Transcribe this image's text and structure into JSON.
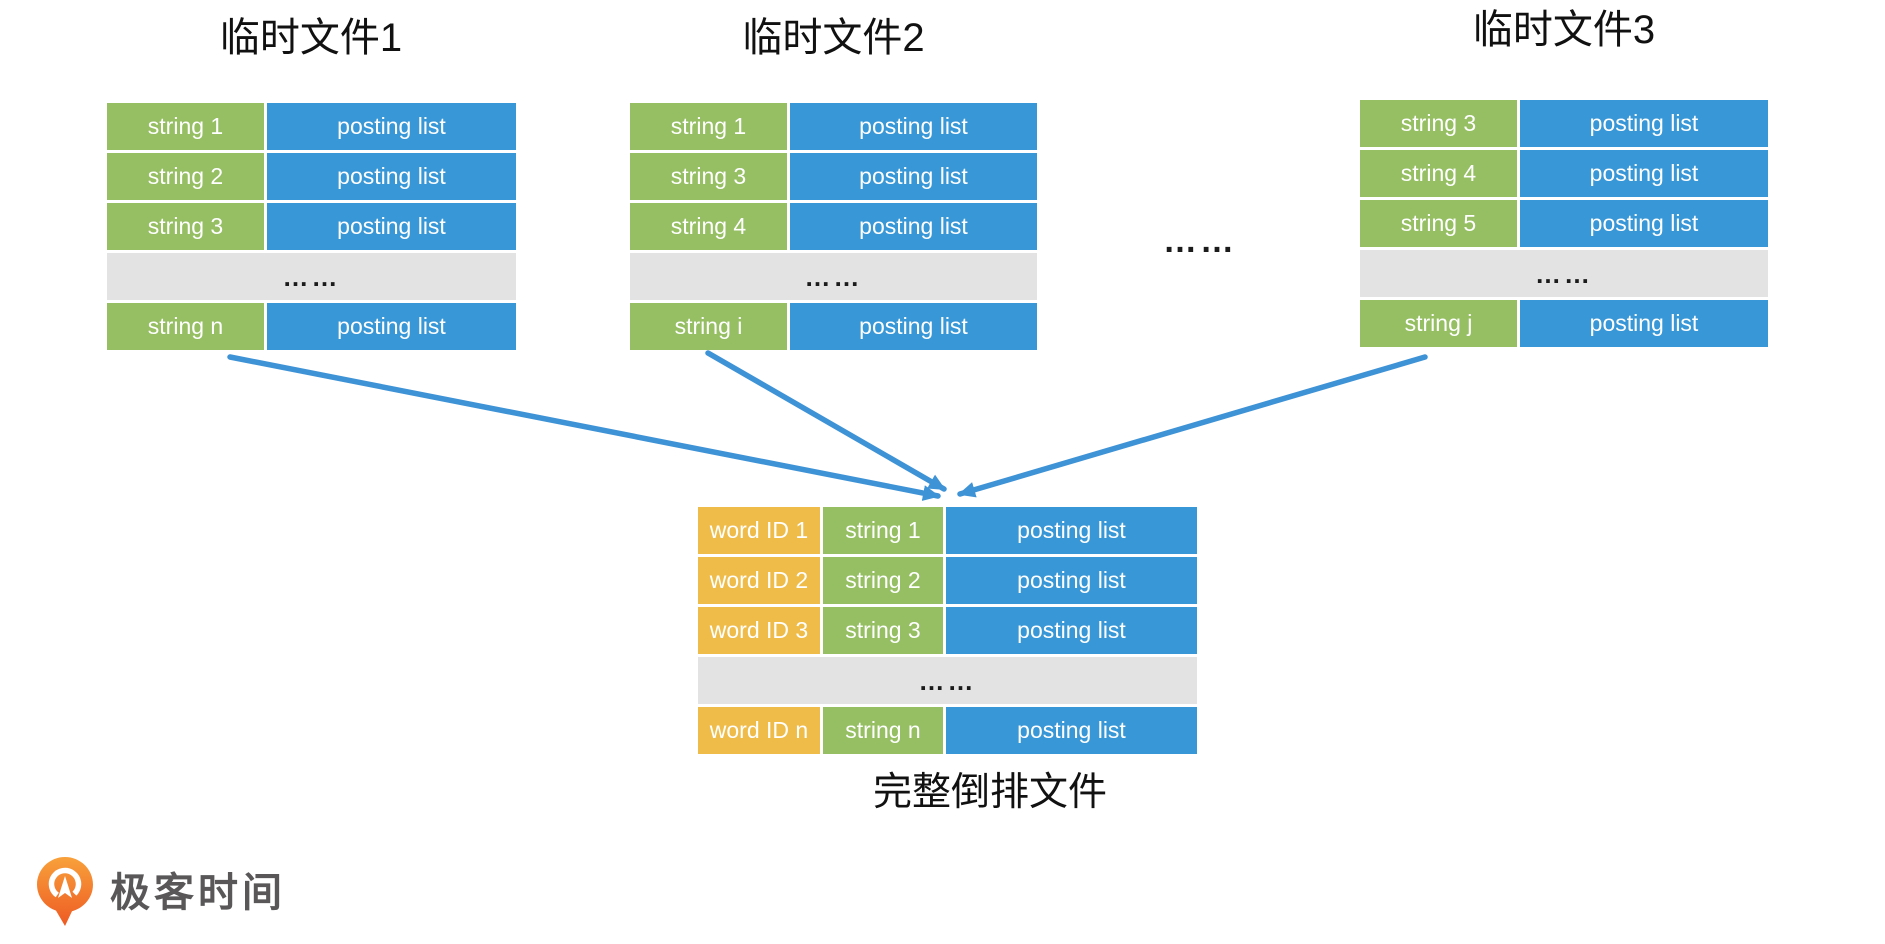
{
  "colors": {
    "green": "#95BF62",
    "blue": "#3897D6",
    "yellow": "#EFBC49",
    "gray": "#E3E3E3",
    "arrow": "#3E92D6",
    "logo_orange_light": "#F8A13B",
    "logo_orange_dark": "#EE5A23",
    "logo_text_color": "#595757"
  },
  "temp_files": [
    {
      "title": "临时文件1",
      "rows": [
        {
          "cells": [
            {
              "kind": "string",
              "label": "string 1"
            },
            {
              "kind": "posting",
              "label": "posting list"
            }
          ]
        },
        {
          "cells": [
            {
              "kind": "string",
              "label": "string 2"
            },
            {
              "kind": "posting",
              "label": "posting list"
            }
          ]
        },
        {
          "cells": [
            {
              "kind": "string",
              "label": "string 3"
            },
            {
              "kind": "posting",
              "label": "posting list"
            }
          ]
        },
        {
          "ellipsis": "……"
        },
        {
          "cells": [
            {
              "kind": "string",
              "label": "string n"
            },
            {
              "kind": "posting",
              "label": "posting list"
            }
          ]
        }
      ]
    },
    {
      "title": "临时文件2",
      "rows": [
        {
          "cells": [
            {
              "kind": "string",
              "label": "string 1"
            },
            {
              "kind": "posting",
              "label": "posting list"
            }
          ]
        },
        {
          "cells": [
            {
              "kind": "string",
              "label": "string 3"
            },
            {
              "kind": "posting",
              "label": "posting list"
            }
          ]
        },
        {
          "cells": [
            {
              "kind": "string",
              "label": "string 4"
            },
            {
              "kind": "posting",
              "label": "posting list"
            }
          ]
        },
        {
          "ellipsis": "……"
        },
        {
          "cells": [
            {
              "kind": "string",
              "label": "string i"
            },
            {
              "kind": "posting",
              "label": "posting list"
            }
          ]
        }
      ]
    },
    {
      "title": "临时文件3",
      "rows": [
        {
          "cells": [
            {
              "kind": "string",
              "label": "string 3"
            },
            {
              "kind": "posting",
              "label": "posting list"
            }
          ]
        },
        {
          "cells": [
            {
              "kind": "string",
              "label": "string 4"
            },
            {
              "kind": "posting",
              "label": "posting list"
            }
          ]
        },
        {
          "cells": [
            {
              "kind": "string",
              "label": "string 5"
            },
            {
              "kind": "posting",
              "label": "posting list"
            }
          ]
        },
        {
          "ellipsis": "……"
        },
        {
          "cells": [
            {
              "kind": "string",
              "label": "string j"
            },
            {
              "kind": "posting",
              "label": "posting list"
            }
          ]
        }
      ]
    }
  ],
  "separator": "……",
  "merged_file": {
    "caption": "完整倒排文件",
    "rows": [
      {
        "cells": [
          {
            "kind": "wordid",
            "label": "word ID 1"
          },
          {
            "kind": "string",
            "label": "string 1"
          },
          {
            "kind": "posting",
            "label": "posting list"
          }
        ]
      },
      {
        "cells": [
          {
            "kind": "wordid",
            "label": "word ID 2"
          },
          {
            "kind": "string",
            "label": "string 2"
          },
          {
            "kind": "posting",
            "label": "posting list"
          }
        ]
      },
      {
        "cells": [
          {
            "kind": "wordid",
            "label": "word ID 3"
          },
          {
            "kind": "string",
            "label": "string 3"
          },
          {
            "kind": "posting",
            "label": "posting list"
          }
        ]
      },
      {
        "ellipsis": "……"
      },
      {
        "cells": [
          {
            "kind": "wordid",
            "label": "word ID n"
          },
          {
            "kind": "string",
            "label": "string n"
          },
          {
            "kind": "posting",
            "label": "posting list"
          }
        ]
      }
    ]
  },
  "logo": {
    "text": "极客时间"
  }
}
